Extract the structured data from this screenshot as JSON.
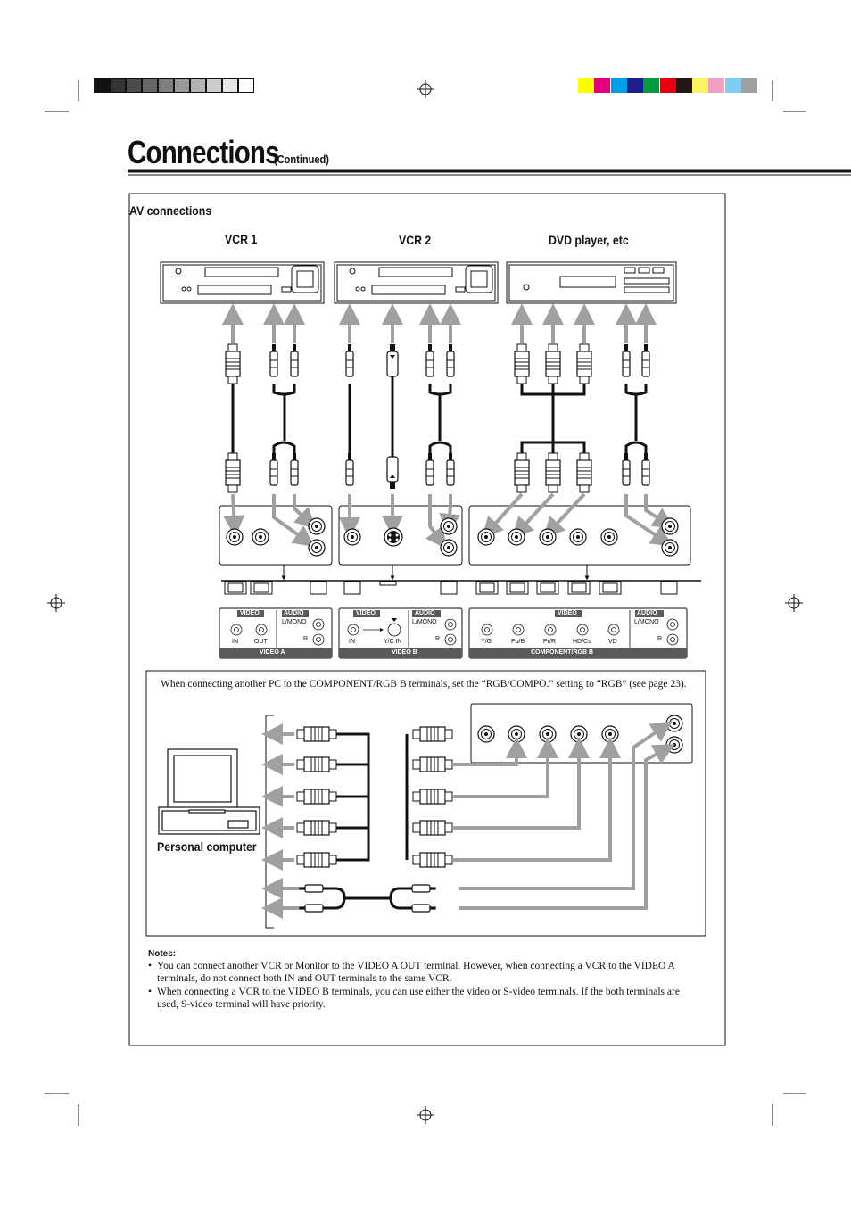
{
  "header": {
    "title": "Connections",
    "subtitle": "(Continued)"
  },
  "section": {
    "title": "AV connections"
  },
  "devices": {
    "vcr1": "VCR 1",
    "vcr2": "VCR 2",
    "dvd": "DVD player, etc",
    "pc": "Personal computer"
  },
  "panel": {
    "video_a": {
      "video_tag": "VIDEO",
      "audio_tag": "AUDIO",
      "lmono": "L/MONO",
      "r": "R",
      "in": "IN",
      "out": "OUT",
      "name": "VIDEO A"
    },
    "video_b": {
      "video_tag": "VIDEO",
      "audio_tag": "AUDIO",
      "lmono": "L/MONO",
      "r": "R",
      "in": "IN",
      "yc_in": "Y/C IN",
      "name": "VIDEO B"
    },
    "component": {
      "video_tag": "VIDEO",
      "audio_tag": "AUDIO",
      "lmono": "L/MONO",
      "r": "R",
      "yg": "Y/G",
      "pbb": "Pb/B",
      "prr": "Pr/R",
      "hdcs": "HD/Cs",
      "vd": "VD",
      "name": "COMPONENT/RGB B"
    }
  },
  "pc_note": "When connecting another PC to the COMPONENT/RGB B terminals, set the “RGB/COMPO.” setting to “RGB” (see page 23).",
  "notes": {
    "title": "Notes:",
    "items": [
      "You can connect another VCR or Monitor to the VIDEO A OUT terminal. However, when connecting a VCR to the VIDEO A terminals, do not connect both IN and OUT terminals to the same VCR.",
      "When connecting a VCR to the VIDEO B terminals, you can use either the video or S-video terminals. If the both terminals are used, S-video terminal will have priority."
    ]
  },
  "colors": {
    "arrow_gray": "#a0a0a0",
    "cable_black": "#111111",
    "registration": [
      "#ffff00",
      "#e4007f",
      "#00a0e9",
      "#1d2088",
      "#009944",
      "#e60012",
      "#231815",
      "#fff462",
      "#f19ec2",
      "#7ecef4",
      "#9fa0a0"
    ],
    "grayscale": [
      "#111111",
      "#333333",
      "#4d4d4d",
      "#666666",
      "#808080",
      "#999999",
      "#b3b3b3",
      "#cccccc",
      "#e6e6e6",
      "#ffffff"
    ]
  }
}
